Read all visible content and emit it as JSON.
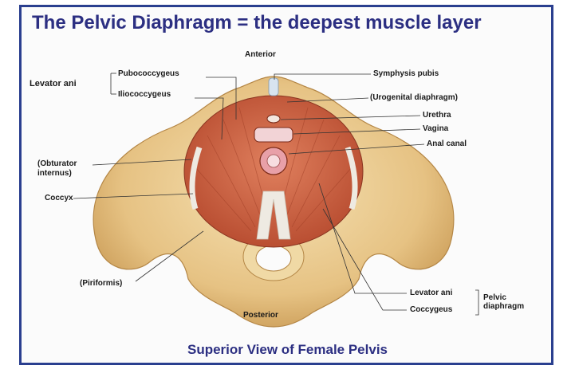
{
  "title": "The Pelvic Diaphragm = the deepest muscle layer",
  "caption": "Superior View of Female Pelvis",
  "colors": {
    "title": "#2c2f82",
    "frame": "#2a3f8f",
    "bone": "#e8c88c",
    "muscle": "#c85a3c",
    "tendon": "#eeeae2"
  },
  "orientation": {
    "anterior": "Anterior",
    "posterior": "Posterior"
  },
  "labels": {
    "levator_ani_group": "Levator ani",
    "pubococcygeus": "Pubococcygeus",
    "iliococcygeus": "Iliococcygeus",
    "obturator_internus": "(Obturator internus)",
    "coccyx": "Coccyx",
    "piriformis": "(Piriformis)",
    "symphysis_pubis": "Symphysis pubis",
    "urogenital_diaphragm": "(Urogenital diaphragm)",
    "urethra": "Urethra",
    "vagina": "Vagina",
    "anal_canal": "Anal canal",
    "levator_ani": "Levator ani",
    "coccygeus": "Coccygeus",
    "pelvic_diaphragm": "Pelvic diaphragm"
  }
}
